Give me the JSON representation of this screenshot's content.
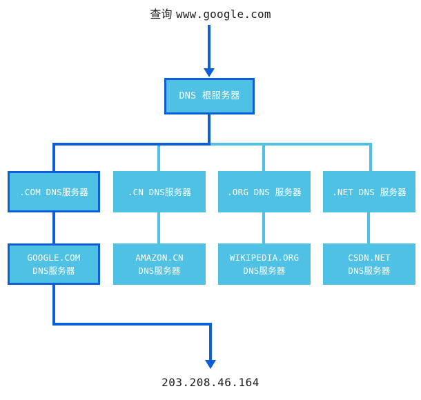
{
  "diagram": {
    "query": {
      "prefix": "查询 ",
      "url": "www.google.com"
    },
    "result": {
      "ip": "203.208.46.164"
    },
    "root": {
      "label": "DNS 根服务器"
    },
    "tld_nodes": [
      {
        "label": ".COM DNS服务器",
        "highlighted": true
      },
      {
        "label": ".CN DNS服务器",
        "highlighted": false
      },
      {
        "label": ".ORG DNS 服务器",
        "highlighted": false
      },
      {
        "label": ".NET DNS 服务器",
        "highlighted": false
      }
    ],
    "authoritative_nodes": [
      {
        "label": "GOOGLE.COM\nDNS服务器",
        "highlighted": true
      },
      {
        "label": "AMAZON.CN\nDNS服务器",
        "highlighted": false
      },
      {
        "label": "WIKIPEDIA.ORG\nDNS服务器",
        "highlighted": false
      },
      {
        "label": "CSDN.NET\nDNS服务器",
        "highlighted": false
      }
    ],
    "colors": {
      "node_fill": "#4FC1E4",
      "highlight_path": "#0B5DD8",
      "normal_path": "#4FC1E4",
      "node_text": "#FFFFFF",
      "label_text": "#1A1A1A",
      "background": "#FFFFFF"
    }
  }
}
